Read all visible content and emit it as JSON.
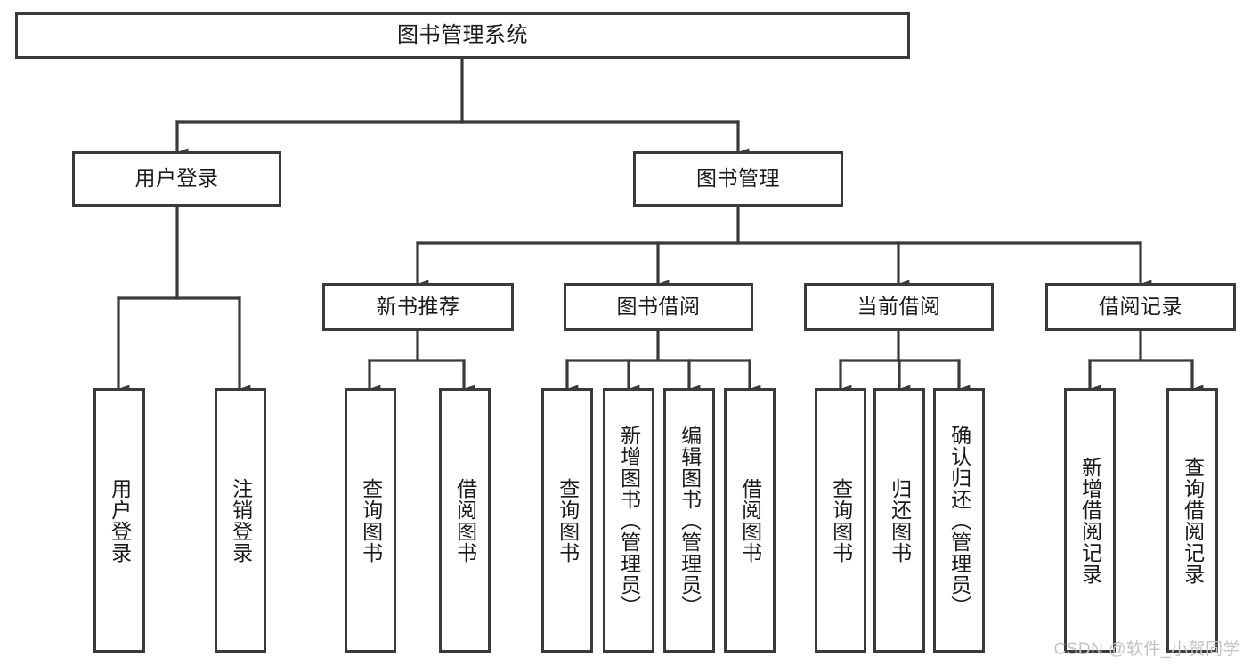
{
  "diagram": {
    "title_node": {
      "label": "图书管理系统"
    },
    "level2": [
      {
        "id": "user-login",
        "label": "用户登录"
      },
      {
        "id": "book-management",
        "label": "图书管理"
      }
    ],
    "level3": [
      {
        "id": "new-book-recommend",
        "label": "新书推荐"
      },
      {
        "id": "book-borrow",
        "label": "图书借阅"
      },
      {
        "id": "current-borrow",
        "label": "当前借阅"
      },
      {
        "id": "borrow-record",
        "label": "借阅记录"
      }
    ],
    "leaves": [
      {
        "id": "user-login-action",
        "label": "用户登录",
        "parent": "user-login"
      },
      {
        "id": "logout-action",
        "label": "注销登录",
        "parent": "user-login"
      },
      {
        "id": "query-book-recommend",
        "label": "查询图书",
        "parent": "new-book-recommend"
      },
      {
        "id": "borrow-book-recommend",
        "label": "借阅图书",
        "parent": "new-book-recommend"
      },
      {
        "id": "query-book-borrow",
        "label": "查询图书",
        "parent": "book-borrow"
      },
      {
        "id": "add-book-admin",
        "label": "新增图书（管理员）",
        "parent": "book-borrow"
      },
      {
        "id": "edit-book-admin",
        "label": "编辑图书（管理员）",
        "parent": "book-borrow"
      },
      {
        "id": "borrow-book",
        "label": "借阅图书",
        "parent": "book-borrow"
      },
      {
        "id": "query-book-current",
        "label": "查询图书",
        "parent": "current-borrow"
      },
      {
        "id": "return-book",
        "label": "归还图书",
        "parent": "current-borrow"
      },
      {
        "id": "confirm-return-admin",
        "label": "确认归还（管理员）",
        "parent": "current-borrow"
      },
      {
        "id": "add-borrow-record",
        "label": "新增借阅记录",
        "parent": "borrow-record"
      },
      {
        "id": "query-borrow-record",
        "label": "查询借阅记录",
        "parent": "borrow-record"
      }
    ],
    "watermark": "CSDN @软件_小贺同学",
    "colors": {
      "stroke": "#3a3a3a",
      "background": "#ffffff",
      "text": "#1a1a1a",
      "watermark": "#c3c3c3"
    }
  }
}
